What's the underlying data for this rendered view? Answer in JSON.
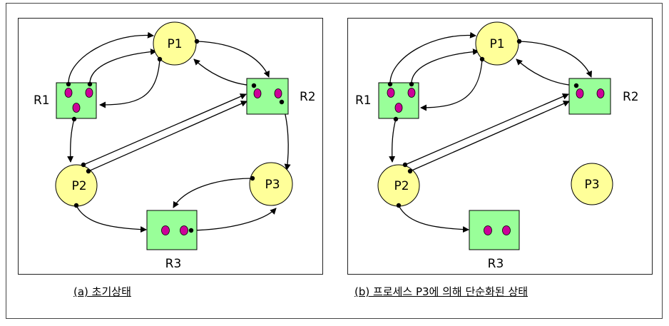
{
  "colors": {
    "process_fill": "#ffff99",
    "resource_fill": "#99ff99",
    "instance_dot": "#cc0099",
    "edge": "#000000"
  },
  "panel_a": {
    "caption": "(a) 초기상태",
    "processes": [
      "P1",
      "P2",
      "P3"
    ],
    "resources": [
      "R1",
      "R2",
      "R3"
    ]
  },
  "panel_b": {
    "caption": "(b) 프로세스 P3에 의해 단순화된 상태",
    "processes": [
      "P1",
      "P2",
      "P3"
    ],
    "resources": [
      "R1",
      "R2",
      "R3"
    ]
  }
}
